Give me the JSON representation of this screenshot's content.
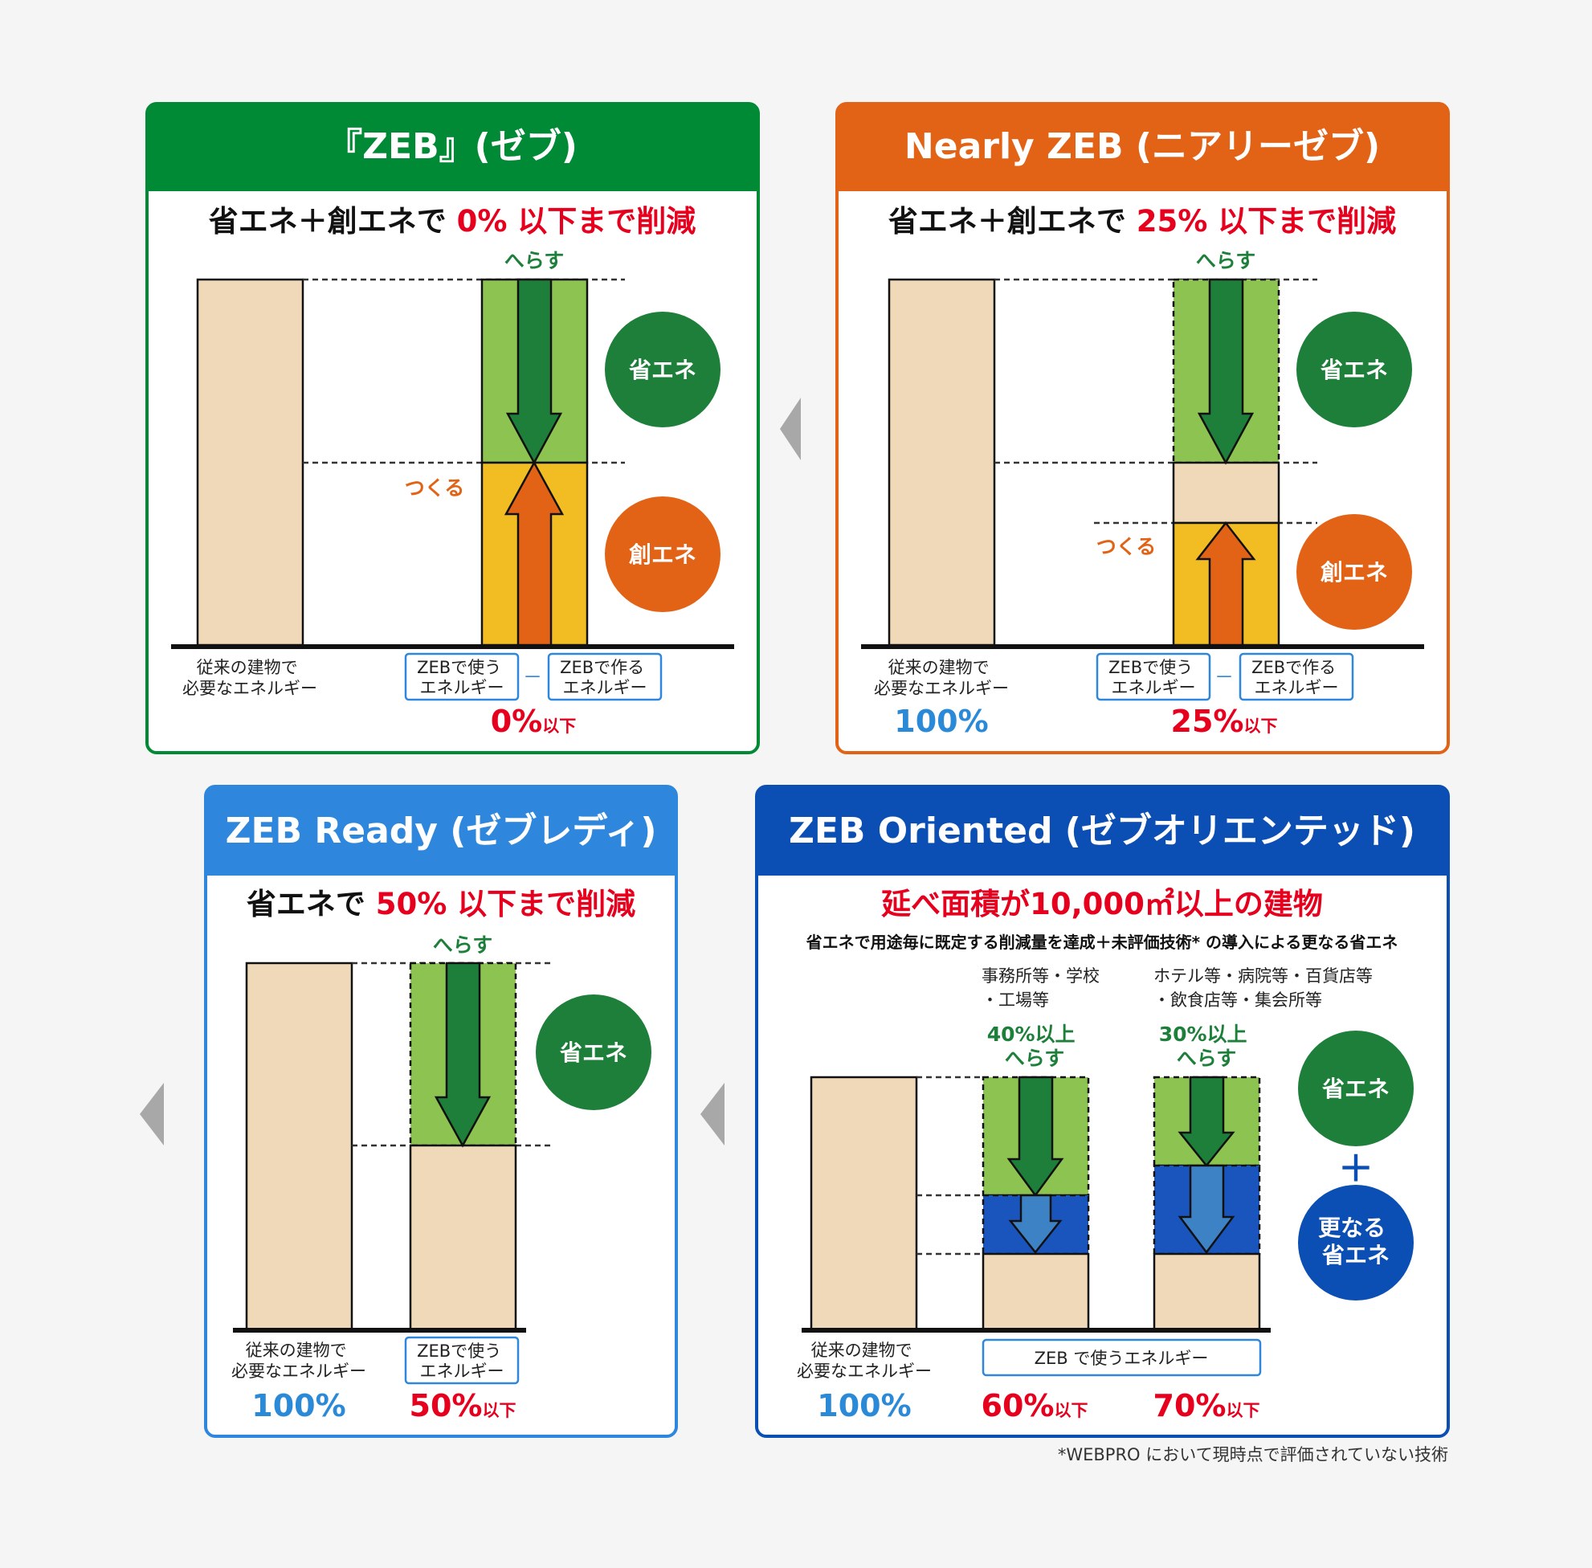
{
  "colors": {
    "green": "#008a35",
    "orange": "#e26316",
    "light_blue": "#2e87dc",
    "navy": "#0b4fb4",
    "red": "#e6001e",
    "bar_beige": "#f0d9b8",
    "light_green": "#8dc350",
    "dark_green": "#1d7f3a",
    "yellow": "#f1bd22",
    "blue_fill": "#1a55be",
    "mid_blue": "#3e82c6",
    "pct_blue": "#2a8ad8"
  },
  "icons": [
    "left-arrow-icon",
    "down-arrow-icon",
    "up-arrow-icon",
    "plus-icon"
  ],
  "common": {
    "baseline_label_1": "従来の建物で",
    "baseline_label_2": "必要なエネルギー",
    "use_label_1": "ZEBで使う",
    "use_label_2": "エネルギー",
    "make_label_1": "ZEBで作る",
    "make_label_2": "エネルギー",
    "minus": "－",
    "reduce": "へらす",
    "create": "つくる",
    "save_energy": "省エネ",
    "create_energy": "創エネ",
    "below": "以下",
    "pct_100": "100%"
  },
  "zeb": {
    "title": "『ZEB』(ゼブ)",
    "headline_black": "省エネ＋創エネで ",
    "headline_red": "0% 以下まで削減",
    "value": "0%"
  },
  "nearly": {
    "title": "Nearly ZEB (ニアリーゼブ)",
    "headline_black": "省エネ＋創エネで ",
    "headline_red": "25% 以下まで削減",
    "value": "25%"
  },
  "ready": {
    "title": "ZEB Ready (ゼブレディ)",
    "headline_black": "省エネで ",
    "headline_red": "50% 以下まで削減",
    "value": "50%"
  },
  "oriented": {
    "title": "ZEB Oriented (ゼブオリエンテッド)",
    "headline_red": "延べ面積が10,000㎡以上の建物",
    "subline": "省エネで用途毎に既定する削減量を達成＋未評価技術* の導入による更なる省エネ",
    "cat_a_1": "事務所等・学校",
    "cat_a_2": "・工場等",
    "cat_b_1": "ホテル等・病院等・百貨店等",
    "cat_b_2": "・飲食店等・集会所等",
    "cut_a": "40%以上",
    "cut_b": "30%以上",
    "use_label": "ZEB で使うエネルギー",
    "value_a": "60%",
    "value_b": "70%",
    "plus": "＋",
    "further_1": "更なる",
    "further_2": "省エネ"
  },
  "footnote": "*WEBPRO において現時点で評価されていない技術"
}
